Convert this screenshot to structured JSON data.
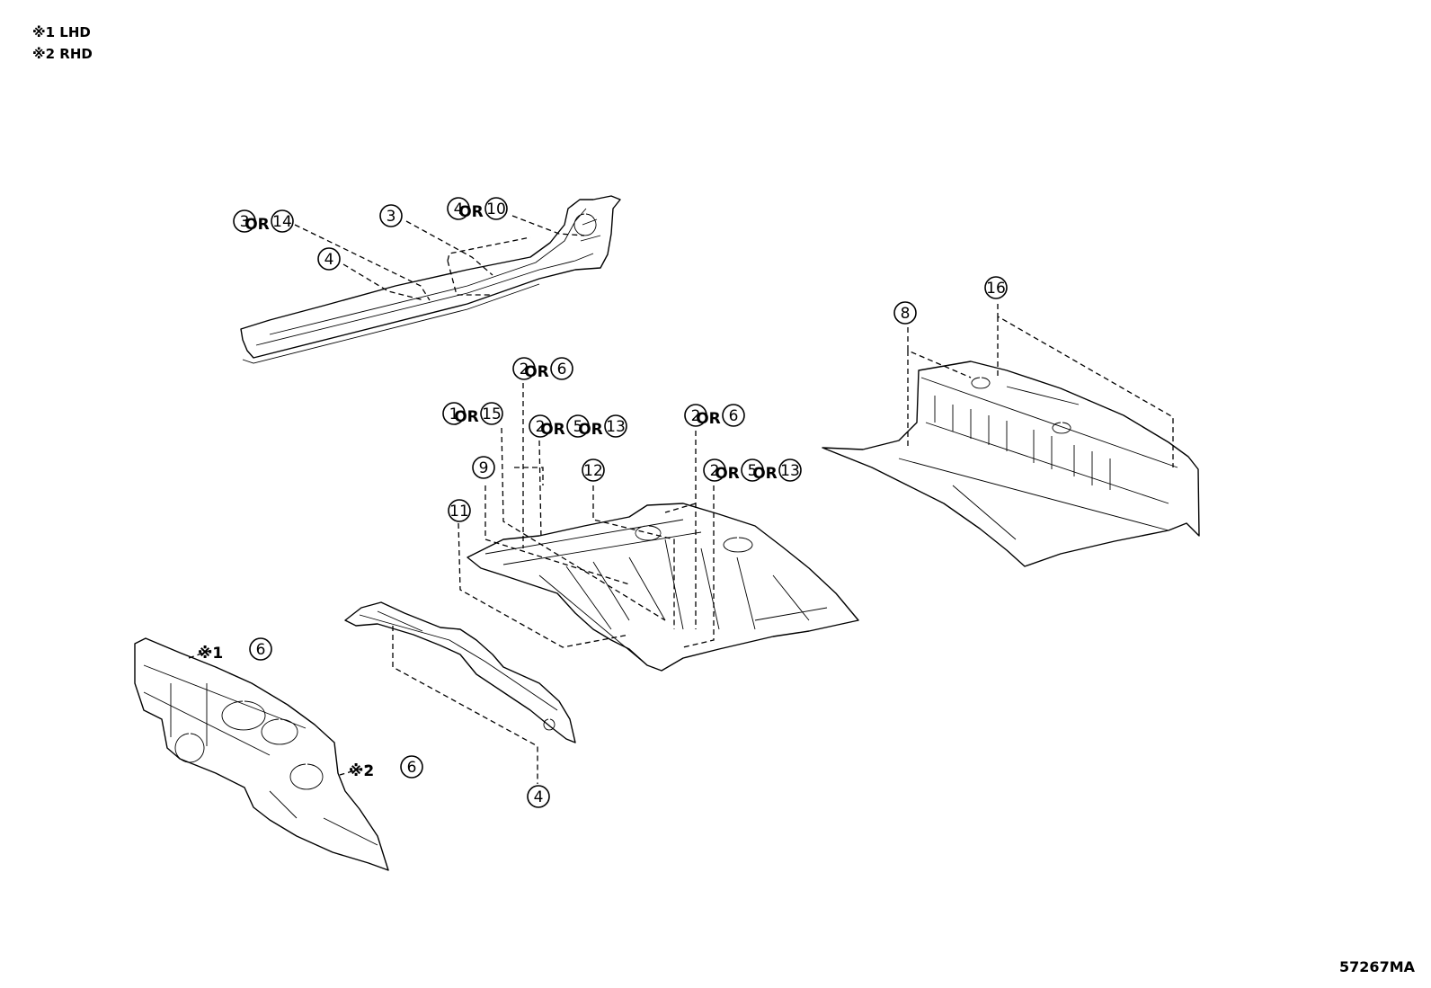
{
  "legend": [
    {
      "mark": "※1",
      "text": "LHD"
    },
    {
      "mark": "※2",
      "text": "RHD"
    }
  ],
  "diagram_code": "57267MA",
  "or_label": "OR",
  "callouts": [
    {
      "id": "c1",
      "items": [
        "3",
        "14"
      ]
    },
    {
      "id": "c2",
      "items": [
        "4"
      ]
    },
    {
      "id": "c3",
      "items": [
        "3"
      ]
    },
    {
      "id": "c4",
      "items": [
        "4",
        "10"
      ]
    },
    {
      "id": "c5",
      "items": [
        "8"
      ]
    },
    {
      "id": "c6",
      "items": [
        "16"
      ]
    },
    {
      "id": "c7",
      "items": [
        "2",
        "6"
      ]
    },
    {
      "id": "c8",
      "items": [
        "1",
        "15"
      ]
    },
    {
      "id": "c9",
      "items": [
        "2",
        "5",
        "13"
      ]
    },
    {
      "id": "c10",
      "items": [
        "2",
        "6"
      ]
    },
    {
      "id": "c11",
      "items": [
        "9"
      ]
    },
    {
      "id": "c12",
      "items": [
        "12"
      ]
    },
    {
      "id": "c13",
      "items": [
        "2",
        "5",
        "13"
      ]
    },
    {
      "id": "c14",
      "items": [
        "11"
      ]
    },
    {
      "id": "c15",
      "items": [
        "6"
      ],
      "note": "※1"
    },
    {
      "id": "c16",
      "items": [
        "6"
      ],
      "note": "※2"
    },
    {
      "id": "c17",
      "items": [
        "4"
      ]
    }
  ]
}
